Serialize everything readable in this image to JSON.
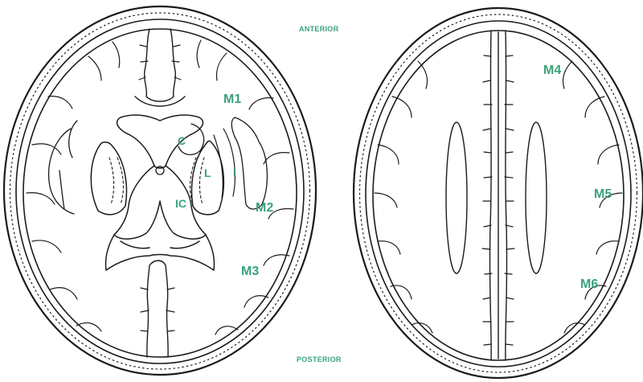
{
  "orientation": {
    "anterior": "ANTERIOR",
    "posterior": "POSTERIOR"
  },
  "left_scan": {
    "regions": {
      "caudate": "C",
      "lentiform": "L",
      "internal_capsule": "IC",
      "insula": "I",
      "m1": "M1",
      "m2": "M2",
      "m3": "M3"
    }
  },
  "right_scan": {
    "regions": {
      "m4": "M4",
      "m5": "M5",
      "m6": "M6"
    }
  },
  "colors": {
    "label": "#3aa27b",
    "ink": "#1b1b1b",
    "background": "#ffffff"
  }
}
